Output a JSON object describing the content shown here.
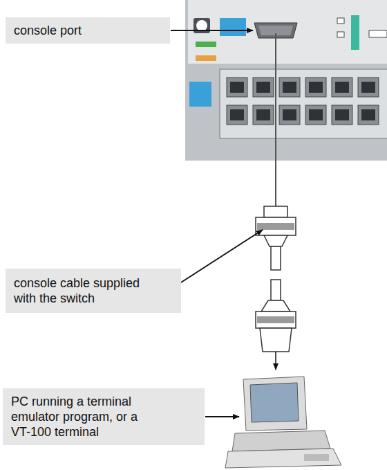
{
  "diagram": {
    "nodes": [
      {
        "text": [
          "console port"
        ]
      },
      {
        "text": [
          "console cable supplied with the switch"
        ]
      },
      {
        "text": [
          "PC running a terminal emulator program, or a VT-100 terminal"
        ]
      }
    ]
  }
}
